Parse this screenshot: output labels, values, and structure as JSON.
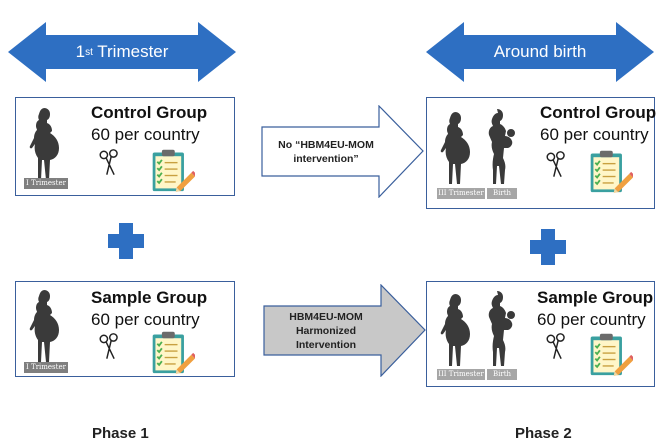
{
  "phase1": {
    "arrow_label_main": "1",
    "arrow_label_sup": "st",
    "arrow_label_rest": " Trimester",
    "label": "Phase 1"
  },
  "phase2": {
    "arrow_label": "Around birth",
    "label": "Phase 2"
  },
  "groups": {
    "control_title": "Control Group",
    "sample_title": "Sample Group",
    "per_country": "60 per country"
  },
  "trimester_labels": {
    "first": "I Trimester",
    "third": "III Trimester",
    "birth": "Birth"
  },
  "transitions": {
    "control_line1": "No “HBM4EU-MOM",
    "control_line2": "intervention”",
    "sample_line1": "HBM4EU-MOM",
    "sample_line2": "Harmonized",
    "sample_line3": "Intervention"
  },
  "colors": {
    "arrow_blue": "#2e6fc2",
    "box_border": "#3a5f9c",
    "plus_blue": "#2e6fc2",
    "gray_arrow": "#c8c8c8"
  },
  "icons": [
    "pregnant-woman-icon",
    "mother-with-baby-icon",
    "scissors-icon",
    "clipboard-checklist-icon",
    "pencil-icon",
    "plus-icon"
  ]
}
